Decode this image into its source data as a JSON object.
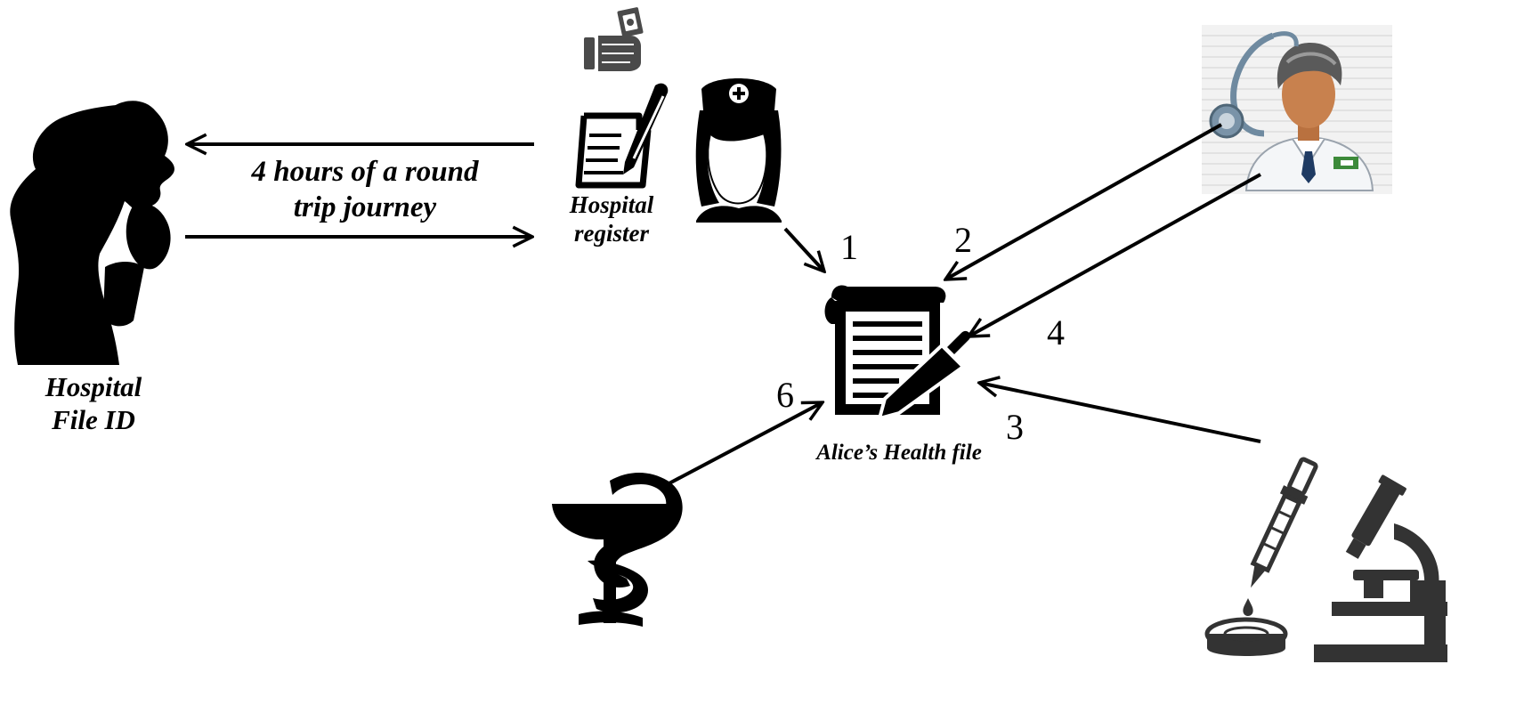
{
  "labels": {
    "patient_line1": "Hospital",
    "patient_line2": "File ID",
    "journey_line1": "4 hours of a round",
    "journey_line2": "trip journey",
    "register_line1": "Hospital",
    "register_line2": "register",
    "health_file": "Alice’s Health file"
  },
  "steps": [
    "1",
    "2",
    "3",
    "4",
    "6"
  ],
  "colors": {
    "ink": "#000000",
    "icon_gray": "#4a4a4a",
    "skin": "#c8814e",
    "coat": "#f4f6f8"
  },
  "icons": [
    "person-silhouette-icon",
    "cash-hand-icon",
    "register-pen-icon",
    "nurse-icon",
    "doctor-icon",
    "health-file-icon",
    "pharmacy-symbol-icon",
    "lab-pipette-icon",
    "microscope-icon"
  ]
}
